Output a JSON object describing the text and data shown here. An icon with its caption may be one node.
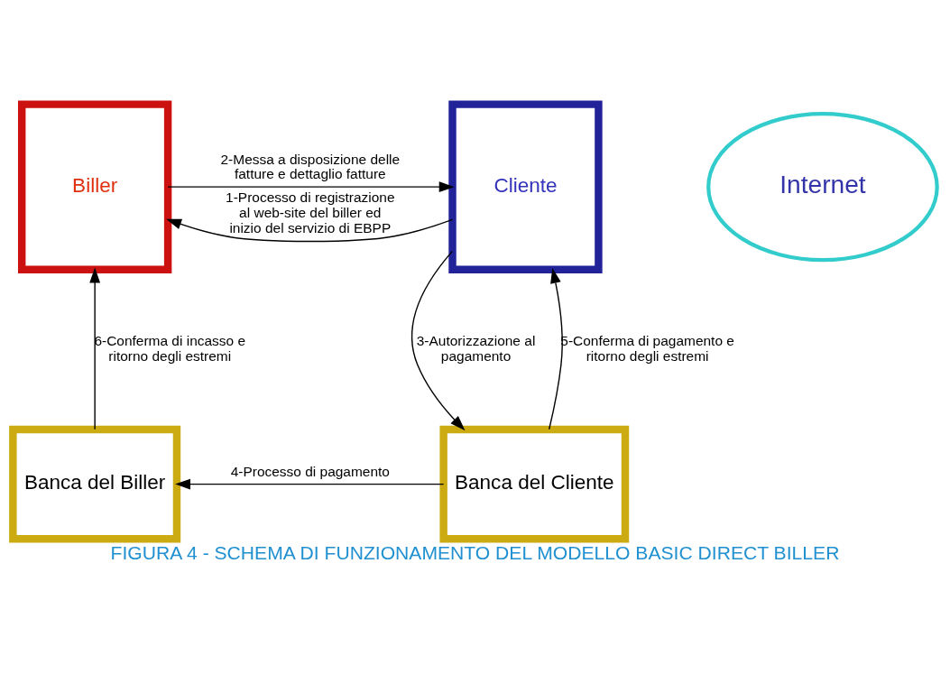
{
  "diagram": {
    "caption": "FIGURA 4 - SCHEMA DI FUNZIONAMENTO DEL MODELLO BASIC DIRECT BILLER",
    "nodes": [
      {
        "text": [
          "Biller"
        ]
      },
      {
        "text": [
          "Internet"
        ]
      },
      {
        "text": [
          "Cliente"
        ]
      },
      {
        "text": [
          "Banca del Biller"
        ]
      },
      {
        "text": [
          "Banca del Cliente"
        ]
      }
    ],
    "edges": [
      {
        "from": 2,
        "to": 0,
        "arrow": "to",
        "label": "1-Processo di registrazione al web-site del biller ed inizio del servizio di EBPP"
      },
      {
        "from": 0,
        "to": 2,
        "arrow": "to",
        "label": "2-Messa a disposizione delle fatture e dettaglio fatture"
      },
      {
        "from": 4,
        "to": 2,
        "arrow": "to",
        "label": "5-Conferma di pagamento e ritorno degli estremi"
      },
      {
        "from": 2,
        "to": 4,
        "arrow": "to",
        "label": "3-Autorizzazione al pagamento"
      },
      {
        "from": 4,
        "to": 3,
        "arrow": "to",
        "label": "4-Processo di pagamento"
      },
      {
        "from": 3,
        "to": 0,
        "arrow": "to",
        "label": "6-Conferma di incasso e ritorno degli estremi"
      }
    ]
  }
}
